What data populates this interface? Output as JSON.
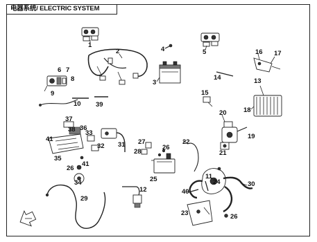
{
  "title": "电器系统/ ELECTRIC SYSTEM",
  "callouts": [
    "1",
    "2",
    "3",
    "4",
    "5",
    "6",
    "7",
    "8",
    "9",
    "10",
    "11",
    "12",
    "13",
    "14",
    "15",
    "16",
    "17",
    "18",
    "19",
    "20",
    "21",
    "22",
    "23",
    "24",
    "25",
    "26",
    "27",
    "28",
    "29",
    "30",
    "31",
    "32",
    "33",
    "34",
    "35",
    "36",
    "37",
    "38",
    "39",
    "40",
    "41"
  ]
}
